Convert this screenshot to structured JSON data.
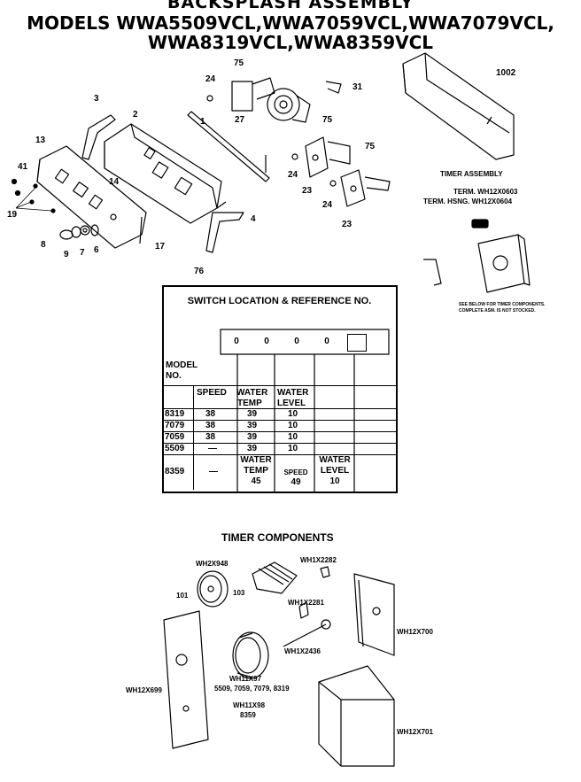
{
  "header": {
    "line1": "BACKSPLASH ASSEMBLY",
    "line2": "MODELS WWA5509VCL,WWA7059VCL,WWA7079VCL,",
    "line3": "WWA8319VCL,WWA8359VCL"
  },
  "callouts": {
    "c75a": "75",
    "c24a": "24",
    "c31": "31",
    "c27": "27",
    "c3": "3",
    "c2": "2",
    "c1": "1",
    "c1002": "1002",
    "c75b": "75",
    "c75c": "75",
    "c13": "13",
    "c41": "41",
    "c14": "14",
    "c24b": "24",
    "c23a": "23",
    "c24c": "24",
    "c23b": "23",
    "c19": "19",
    "c4": "4",
    "c8": "8",
    "c9": "9",
    "c7": "7",
    "c6": "6",
    "c17": "17",
    "c76": "76"
  },
  "timer_assembly": {
    "title": "TIMER ASSEMBLY",
    "term": "TERM. WH12X0603",
    "term_hsng": "TERM. HSNG. WH12X0604",
    "note_line1": "SEE BELOW FOR TIMER COMPONENTS.",
    "note_line2": "COMPLETE ASM. IS NOT STOCKED."
  },
  "switch_table": {
    "title": "SWITCH LOCATION & REFERENCE NO.",
    "knob_symbols": [
      "0",
      "0",
      "0",
      "0"
    ],
    "model_label_1": "MODEL",
    "model_label_2": "NO.",
    "col_speed": "SPEED",
    "col_water_temp_1": "WATER",
    "col_water_temp_2": "TEMP",
    "col_water_level_1": "WATER",
    "col_water_level_2": "LEVEL",
    "rows": [
      {
        "model": "8319",
        "speed": "38",
        "temp": "39",
        "level": "10"
      },
      {
        "model": "7079",
        "speed": "38",
        "temp": "39",
        "level": "10"
      },
      {
        "model": "7059",
        "speed": "38",
        "temp": "39",
        "level": "10"
      },
      {
        "model": "5509",
        "speed": "—",
        "temp": "39",
        "level": "10"
      }
    ],
    "last_row": {
      "model": "8359",
      "speed": "—",
      "c3_l1": "WATER",
      "c3_l2": "TEMP",
      "c3_l3": "45",
      "c4_l1": "SPEED",
      "c4_l2": "49",
      "c5_l1": "WATER",
      "c5_l2": "LEVEL",
      "c5_l3": "10"
    }
  },
  "timer_components": {
    "title": "TIMER COMPONENTS",
    "wh2x948": "WH2X948",
    "n101": "101",
    "n103": "103",
    "wh1x2282": "WH1X2282",
    "wh1x2281": "WH1X2281",
    "wh12x700": "WH12X700",
    "wh1x2436": "WH1X2436",
    "wh12x699": "WH12X699",
    "wh11x97": "WH11X97",
    "wh11x97_models": "5509, 7059, 7079, 8319",
    "wh11x98": "WH11X98",
    "wh11x98_models": "8359",
    "wh12x701": "WH12X701"
  }
}
